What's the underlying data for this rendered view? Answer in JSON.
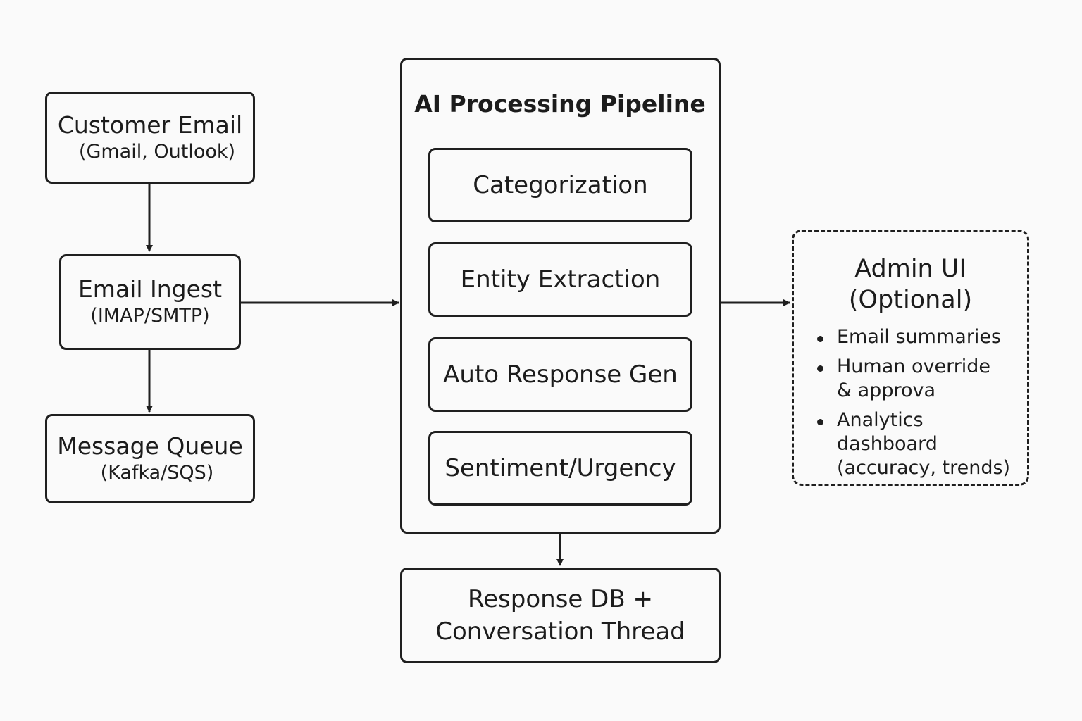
{
  "source_nodes": {
    "customer_email": {
      "title": "Customer Email",
      "sub": "(Gmail, Outlook)"
    },
    "email_ingest": {
      "title": "Email Ingest",
      "sub": "(IMAP/SMTP)"
    },
    "message_queue": {
      "title": "Message Queue",
      "sub": "(Kafka/SQS)"
    }
  },
  "pipeline": {
    "title": "AI Processing Pipeline",
    "stages": [
      "Categorization",
      "Entity Extraction",
      "Auto Response Gen",
      "Sentiment/Urgency"
    ]
  },
  "response_db": {
    "line1": "Response DB +",
    "line2": "Conversation Thread"
  },
  "admin": {
    "title_line1": "Admin UI",
    "title_line2": "(Optional)",
    "items": [
      "Email summaries",
      "Human override\n& approva",
      "Analytics dashboard\n(accuracy, trends)"
    ]
  },
  "colors": {
    "stroke": "#1f1f1f",
    "background": "#fafafa"
  }
}
